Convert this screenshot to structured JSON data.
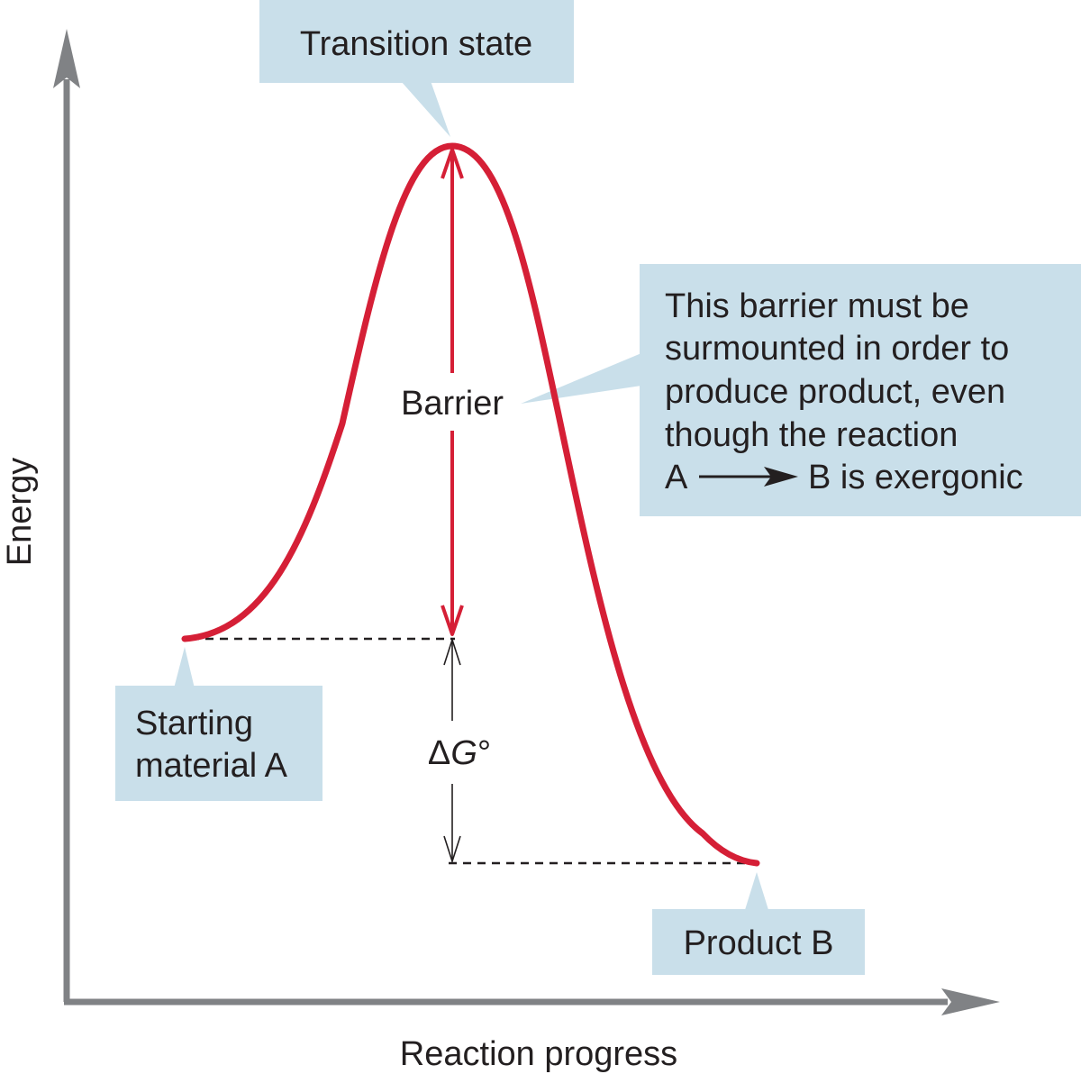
{
  "axes": {
    "y_label": "Energy",
    "x_label": "Reaction progress"
  },
  "callouts": {
    "transition_state": "Transition state",
    "starting_material_line1": "Starting",
    "starting_material_line2": "material A",
    "product": "Product B",
    "note_line1": "This barrier must be",
    "note_line2": "surmounted in order to",
    "note_line3": "produce product, even",
    "note_line4": "though the reaction",
    "note_line5_start": "A",
    "note_line5_end": "B is exergonic"
  },
  "labels": {
    "barrier": "Barrier",
    "delta_g_symbol": "Δ",
    "delta_g_var": "G",
    "delta_g_degree": "°"
  },
  "colors": {
    "curve": "#d51f36",
    "callout_fill": "#c9dfea",
    "axis": "#808285",
    "text": "#231f20"
  }
}
